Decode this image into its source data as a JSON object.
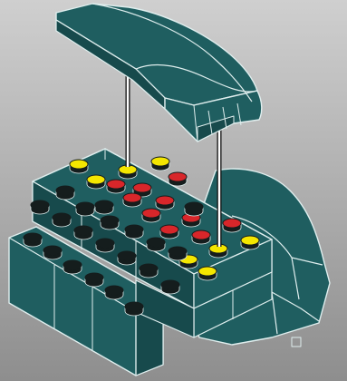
{
  "diagram": {
    "type": "assembly-illustration",
    "parts": [
      "roof-piece",
      "base-assembly"
    ],
    "connectors": [
      "guide-line-left",
      "guide-line-right"
    ]
  },
  "colors": {
    "background_light": "#cfcfcf",
    "background_dark": "#8e8e8e",
    "brick_fill": "#1f5e60",
    "brick_shade": "#174a4c",
    "brick_edge": "#dfeeee",
    "stud_yellow": "#f4e600",
    "stud_red": "#d8262a",
    "stud_black": "#151d1d",
    "guide_line": "#ffffff",
    "guide_line_edge": "#111111"
  }
}
